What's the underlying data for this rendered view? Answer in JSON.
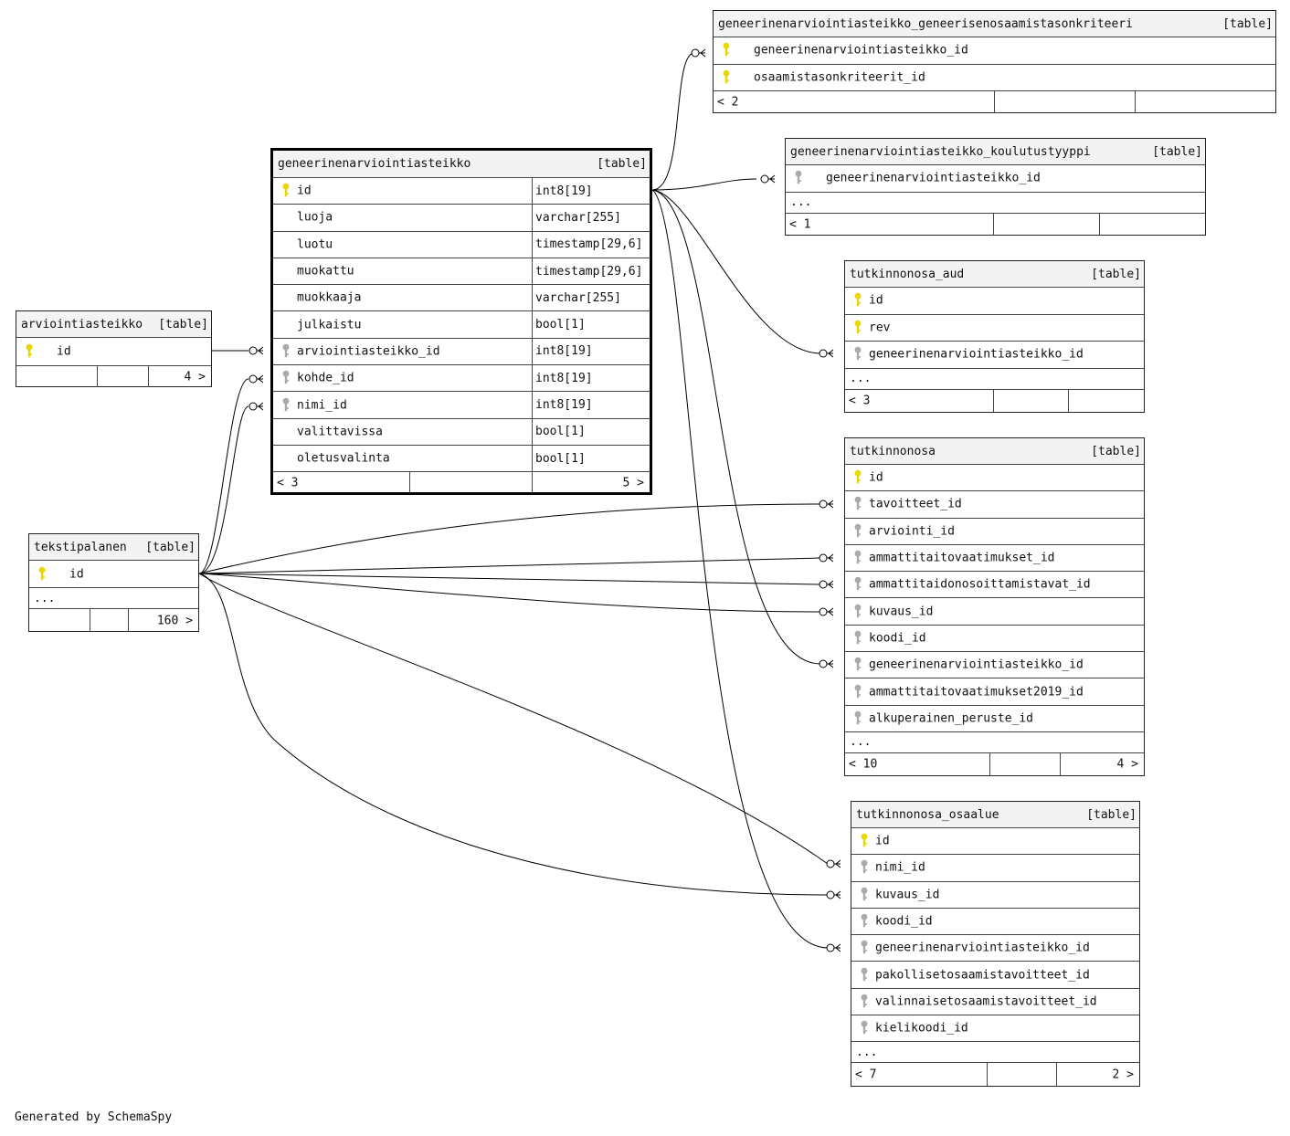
{
  "footer": "Generated by SchemaSpy",
  "colors": {
    "primary_key": "#e8d800",
    "foreign_key": "#aaaaaa",
    "header_bg": "#f3f3f3"
  },
  "tables": {
    "gosk": {
      "name": "geneerinenarviointiasteikko_geneerisenosaamistasonkriteeri",
      "tag": "[table]",
      "columns": [
        {
          "name": "geneerinenarviointiasteikko_id",
          "key": "primary"
        },
        {
          "name": "osaamistasonkriteerit_id",
          "key": "primary"
        }
      ],
      "left_count": "< 2",
      "right_count": ""
    },
    "gk": {
      "name": "geneerinenarviointiasteikko_koulutustyyppi",
      "tag": "[table]",
      "columns": [
        {
          "name": "geneerinenarviointiasteikko_id",
          "key": "foreign"
        }
      ],
      "ellipsis": "...",
      "left_count": "< 1",
      "right_count": ""
    },
    "main": {
      "name": "geneerinenarviointiasteikko",
      "tag": "[table]",
      "columns": [
        {
          "name": "id",
          "type": "int8[19]",
          "key": "primary"
        },
        {
          "name": "luoja",
          "type": "varchar[255]",
          "key": ""
        },
        {
          "name": "luotu",
          "type": "timestamp[29,6]",
          "key": ""
        },
        {
          "name": "muokattu",
          "type": "timestamp[29,6]",
          "key": ""
        },
        {
          "name": "muokkaaja",
          "type": "varchar[255]",
          "key": ""
        },
        {
          "name": "julkaistu",
          "type": "bool[1]",
          "key": ""
        },
        {
          "name": "arviointiasteikko_id",
          "type": "int8[19]",
          "key": "foreign"
        },
        {
          "name": "kohde_id",
          "type": "int8[19]",
          "key": "foreign"
        },
        {
          "name": "nimi_id",
          "type": "int8[19]",
          "key": "foreign"
        },
        {
          "name": "valittavissa",
          "type": "bool[1]",
          "key": ""
        },
        {
          "name": "oletusvalinta",
          "type": "bool[1]",
          "key": ""
        }
      ],
      "left_count": "< 3",
      "right_count": "5 >"
    },
    "aa": {
      "name": "arviointiasteikko",
      "tag": "[table]",
      "columns": [
        {
          "name": "id",
          "key": "primary"
        }
      ],
      "left_count": "",
      "right_count": "4 >"
    },
    "taud": {
      "name": "tutkinnonosa_aud",
      "tag": "[table]",
      "columns": [
        {
          "name": "id",
          "key": "primary"
        },
        {
          "name": "rev",
          "key": "primary"
        },
        {
          "name": "geneerinenarviointiasteikko_id",
          "key": "foreign"
        }
      ],
      "ellipsis": "...",
      "left_count": "< 3",
      "right_count": ""
    },
    "tp": {
      "name": "tekstipalanen",
      "tag": "[table]",
      "columns": [
        {
          "name": "id",
          "key": "primary"
        }
      ],
      "ellipsis": "...",
      "left_count": "",
      "right_count": "160 >"
    },
    "tut": {
      "name": "tutkinnonosa",
      "tag": "[table]",
      "columns": [
        {
          "name": "id",
          "key": "primary"
        },
        {
          "name": "tavoitteet_id",
          "key": "foreign"
        },
        {
          "name": "arviointi_id",
          "key": "foreign"
        },
        {
          "name": "ammattitaitovaatimukset_id",
          "key": "foreign"
        },
        {
          "name": "ammattitaidonosoittamistavat_id",
          "key": "foreign"
        },
        {
          "name": "kuvaus_id",
          "key": "foreign"
        },
        {
          "name": "koodi_id",
          "key": "foreign"
        },
        {
          "name": "geneerinenarviointiasteikko_id",
          "key": "foreign"
        },
        {
          "name": "ammattitaitovaatimukset2019_id",
          "key": "foreign"
        },
        {
          "name": "alkuperainen_peruste_id",
          "key": "foreign"
        }
      ],
      "ellipsis": "...",
      "left_count": "< 10",
      "right_count": "4 >"
    },
    "oa": {
      "name": "tutkinnonosa_osaalue",
      "tag": "[table]",
      "columns": [
        {
          "name": "id",
          "key": "primary"
        },
        {
          "name": "nimi_id",
          "key": "foreign"
        },
        {
          "name": "kuvaus_id",
          "key": "foreign"
        },
        {
          "name": "koodi_id",
          "key": "foreign"
        },
        {
          "name": "geneerinenarviointiasteikko_id",
          "key": "foreign"
        },
        {
          "name": "pakollisetosaamistavoitteet_id",
          "key": "foreign"
        },
        {
          "name": "valinnaisetosaamistavoitteet_id",
          "key": "foreign"
        },
        {
          "name": "kielikoodi_id",
          "key": "foreign"
        }
      ],
      "ellipsis": "...",
      "left_count": "< 7",
      "right_count": "2 >"
    }
  }
}
